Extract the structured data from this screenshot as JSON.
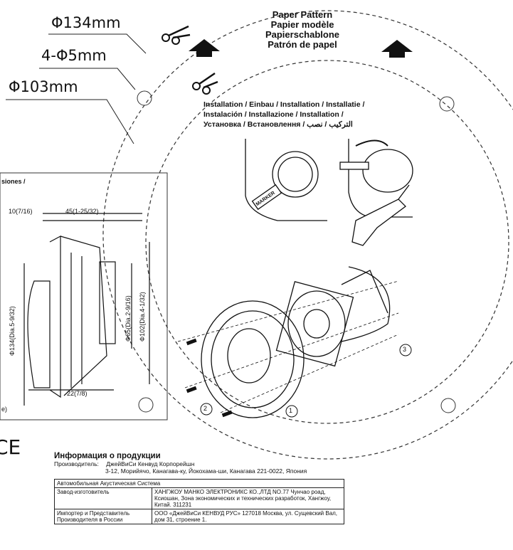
{
  "dimensions": {
    "outer": "Φ134mm",
    "holes": "4-Φ5mm",
    "inner": "Φ103mm"
  },
  "pattern_title": [
    "Paper Pattern",
    "Papier modèle",
    "Papierschablone",
    "Patrón de papel"
  ],
  "installation": {
    "line1": "Installation / Einbau / Installation / Installatie /",
    "line2": "Instalación / Installazione / Installation /",
    "line3_a": "Установка / Встановлення / ",
    "line3_b": "التركيب / نصب"
  },
  "marker_label": "MARKER",
  "callouts": [
    "1",
    "2",
    "3"
  ],
  "drawing": {
    "header": "siones /",
    "d1": "10(7/16)",
    "d2": "45(1-25/32)",
    "d3": "Φ134(Dia.5-9/32)",
    "d4": "Φ65(Dia.2-9/16)",
    "d5": "Φ102(Dia.4-1/32)",
    "d6": "22(7/8)",
    "d7": "e)"
  },
  "ce_mark": "CE",
  "product_info": {
    "title": "Информация о продукции",
    "maker_label": "Производитель:",
    "maker_name": "ДжейВиСи Кенвуд Корпорейшн",
    "maker_address": "3-12, Морийячо, Канагава-ку, Йокохама-ши, Канагава 221-0022, Япония",
    "table": [
      {
        "left": "Автомобильная Акустическая Система",
        "right": ""
      },
      {
        "left": "Завод-изготовитель",
        "right": "ХАНГЖОУ МАНКО ЭЛЕКТРОНИКС КО.,ЛТД NO.77 Чунчао роад, Ксиошан, Зона экономических и технических разработок, Хангжоу, Китай. 311231"
      },
      {
        "left": "Импортер и Представитель Производителя в России",
        "right": "ООО «ДжейВиСи КЕНВУД РУС» 127018 Москва, ул. Сущевский Вал, дом 31, строение 1."
      }
    ]
  }
}
